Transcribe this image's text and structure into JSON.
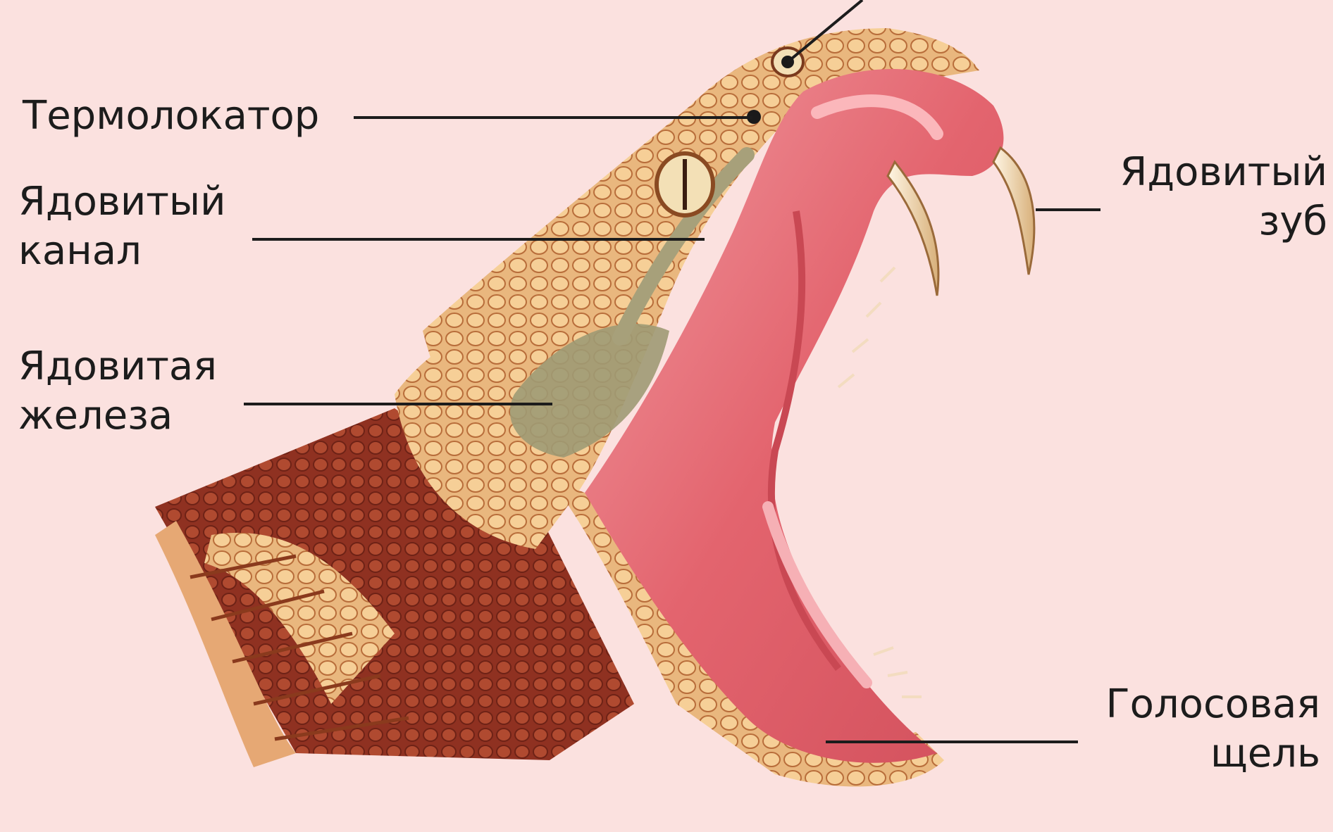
{
  "labels": {
    "thermolocator": "Термолокатор",
    "venom_canal_1": "Ядовитый",
    "venom_canal_2": "канал",
    "venom_gland_1": "Ядовитая",
    "venom_gland_2": "железа",
    "venom_fang_1": "Ядовитый",
    "venom_fang_2": "зуб",
    "glottis_1": "Голосовая",
    "glottis_2": "щель"
  },
  "colors": {
    "background": "#fbe1df",
    "scales": "#e9b77e",
    "scale_dark": "#9a3c23",
    "mouth": "#e6717a",
    "gland": "#9f9a74",
    "leader_line": "#1c1c1c"
  }
}
